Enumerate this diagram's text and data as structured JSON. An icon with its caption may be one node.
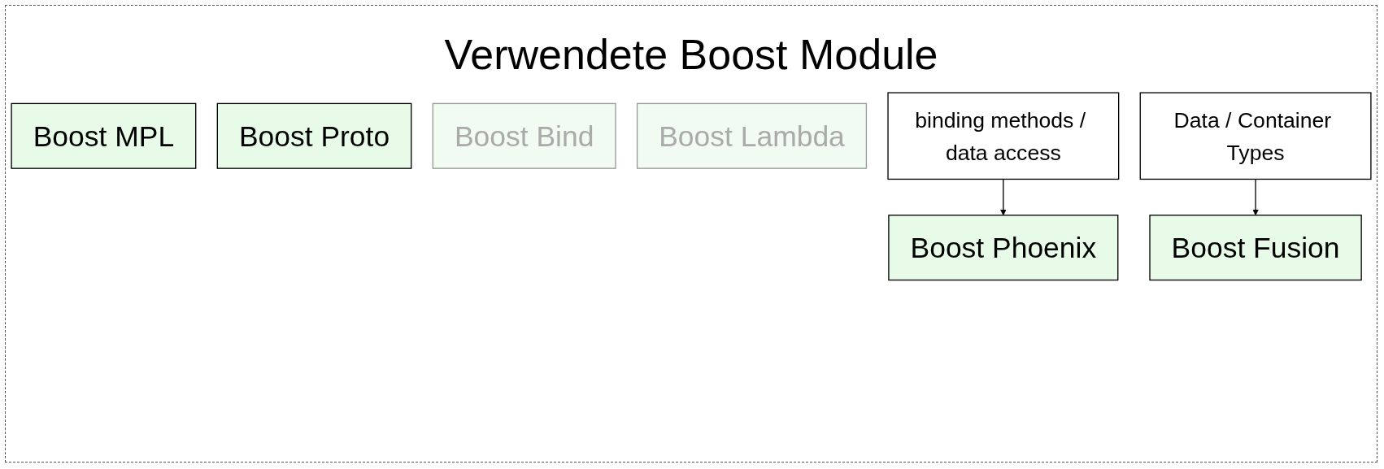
{
  "diagram": {
    "title": "Verwendete Boost Module",
    "nodes": [
      {
        "text": [
          "Boost MPL"
        ]
      },
      {
        "text": [
          "Boost Proto"
        ]
      },
      {
        "text": [
          "Boost Phoenix"
        ]
      },
      {
        "text": [
          "Boost Fusion"
        ]
      },
      {
        "text": [
          "Boost Bind"
        ]
      },
      {
        "text": [
          "Boost Lambda"
        ]
      },
      {
        "text": [
          "binding methods / data access"
        ]
      },
      {
        "text": [
          "Data / Container Types"
        ]
      }
    ],
    "edges": [
      {
        "from": 6,
        "to": 2,
        "arrow": "to"
      },
      {
        "from": 7,
        "to": 3,
        "arrow": "to"
      }
    ]
  }
}
